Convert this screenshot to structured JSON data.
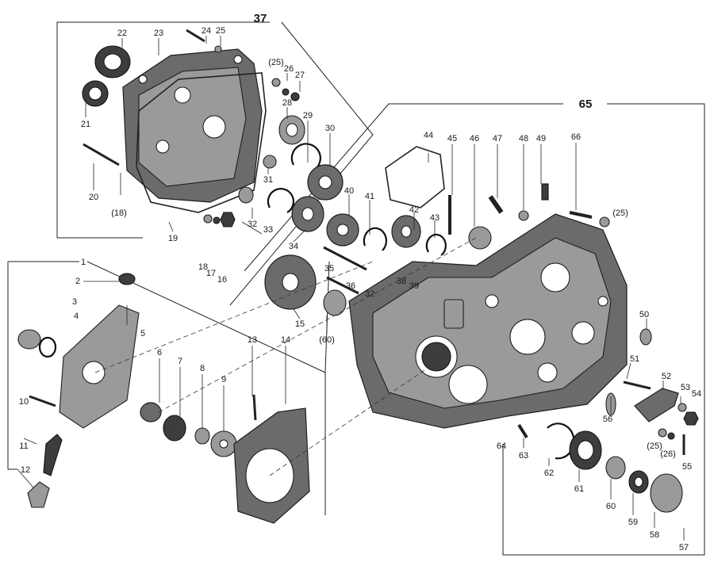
{
  "callouts": {
    "c1": "1",
    "c2": "2",
    "c3": "3",
    "c4": "4",
    "c5": "5",
    "c6": "6",
    "c7": "7",
    "c8": "8",
    "c9": "9",
    "c10": "10",
    "c11": "11",
    "c12": "12",
    "c13": "13",
    "c14": "14",
    "c15": "15",
    "c16": "16",
    "c17": "17",
    "c18": "18",
    "c18p": "(18)",
    "c19": "19",
    "c20": "20",
    "c21": "21",
    "c22": "22",
    "c23": "23",
    "c24": "24",
    "c25": "25",
    "c25p_a": "(25)",
    "c25p_b": "(25)",
    "c25p_c": "(25)",
    "c26": "26",
    "c26p": "(26)",
    "c27": "27",
    "c28": "28",
    "c29": "29",
    "c30": "30",
    "c31": "31",
    "c32": "32",
    "c32b": "32",
    "c33": "33",
    "c34": "34",
    "c35": "35",
    "c36": "36",
    "c37": "37",
    "c38": "38",
    "c39": "39",
    "c40": "40",
    "c41": "41",
    "c42": "42",
    "c43": "43",
    "c44": "44",
    "c45": "45",
    "c46": "46",
    "c47": "47",
    "c48": "48",
    "c49": "49",
    "c50": "50",
    "c51": "51",
    "c52": "52",
    "c53": "53",
    "c54": "54",
    "c55": "55",
    "c56": "56",
    "c57": "57",
    "c58": "58",
    "c59": "59",
    "c60": "60",
    "c60p": "(60)",
    "c61": "61",
    "c62": "62",
    "c63": "63",
    "c64": "64",
    "c65": "65",
    "c66": "66"
  }
}
